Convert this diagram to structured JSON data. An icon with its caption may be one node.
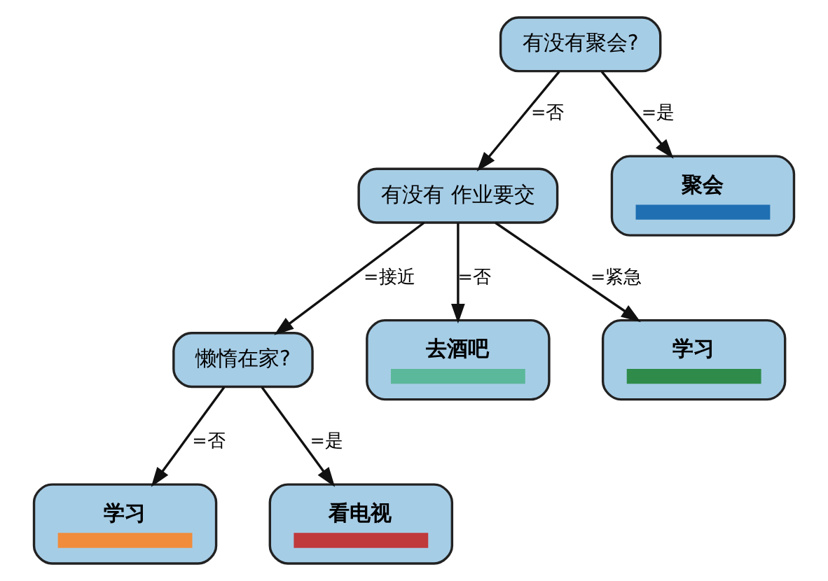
{
  "diagram": {
    "nodes": [
      {
        "text": [
          "有没有聚会?"
        ]
      },
      {
        "text": [
          "有没有 作业要交"
        ]
      },
      {
        "text": [
          "聚会"
        ]
      },
      {
        "text": [
          "懒惰在家?"
        ]
      },
      {
        "text": [
          "去酒吧"
        ]
      },
      {
        "text": [
          "学习"
        ]
      },
      {
        "text": [
          "学习"
        ]
      },
      {
        "text": [
          "看电视"
        ]
      }
    ],
    "edges": [
      {
        "from": 0,
        "to": 1,
        "arrow": "to",
        "label": "=否"
      },
      {
        "from": 0,
        "to": 2,
        "arrow": "to",
        "label": "=是"
      },
      {
        "from": 1,
        "to": 3,
        "arrow": "to",
        "label": "=接近"
      },
      {
        "from": 1,
        "to": 4,
        "arrow": "to",
        "label": "=否"
      },
      {
        "from": 1,
        "to": 5,
        "arrow": "to",
        "label": "=紧急"
      },
      {
        "from": 3,
        "to": 6,
        "arrow": "to",
        "label": "=否"
      },
      {
        "from": 3,
        "to": 7,
        "arrow": "to",
        "label": "=是"
      }
    ]
  }
}
